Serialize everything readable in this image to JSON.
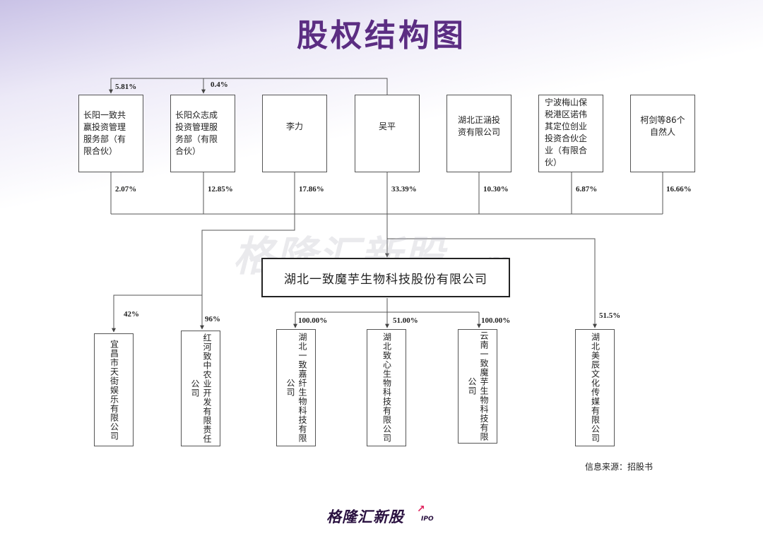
{
  "title": "股权结构图",
  "shareholders": [
    {
      "name": "长阳一致共\n赢投资管理\n服务部（有\n限合伙）",
      "stake": "2.07%"
    },
    {
      "name": "长阳众志成\n投资管理服\n务部（有限\n合伙）",
      "stake": "12.85%"
    },
    {
      "name": "李力",
      "stake": "17.86%"
    },
    {
      "name": "吴平",
      "stake": "33.39%"
    },
    {
      "name": "湖北正涵投\n资有限公司",
      "stake": "10.30%"
    },
    {
      "name": "宁波梅山保\n税港区诺伟\n其定位创业\n投资合伙企\n业（有限合\n伙）",
      "stake": "6.87%"
    },
    {
      "name": "柯剑等86个\n自然人",
      "stake": "16.66%"
    }
  ],
  "wuping_holdings": [
    "5.81%",
    "0.4%"
  ],
  "company": "湖北一致魔芋生物科技股份有限公司",
  "subsidiaries": [
    {
      "name": "宜昌市天街娱乐有限公司",
      "stake": "42%"
    },
    {
      "name": "红河致中农业开发有限责任公司",
      "stake": "96%"
    },
    {
      "name": "湖北一致嘉纤生物科技有限公司",
      "stake": "100.00%"
    },
    {
      "name": "湖北致心生物科技有限公司",
      "stake": "51.00%"
    },
    {
      "name": "云南一致魔芋生物科技有限公司",
      "stake": "100.00%"
    },
    {
      "name": "湖北美辰文化传媒有限公司",
      "stake": "51.5%"
    }
  ],
  "watermark": {
    "text": "格隆汇新股",
    "sub": "IPO"
  },
  "source": "信息来源：招股书",
  "logo": {
    "text": "格隆汇新股",
    "sub": "IPO"
  }
}
